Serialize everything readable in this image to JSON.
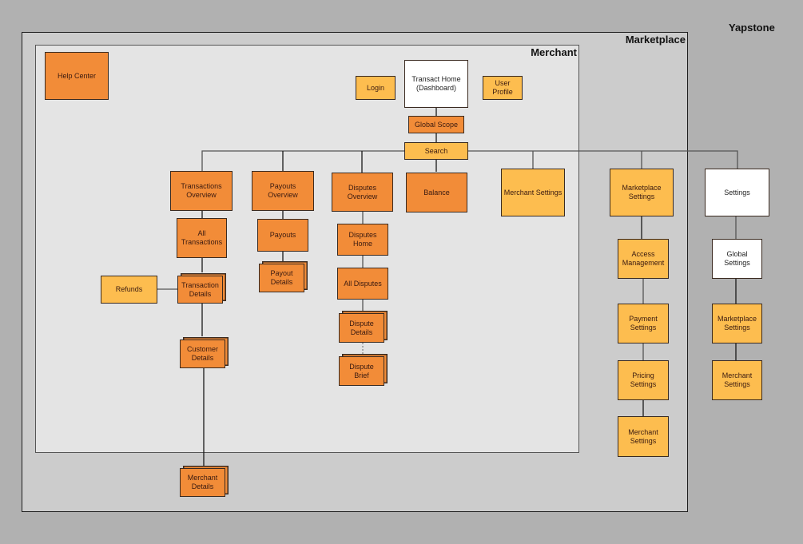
{
  "regions": {
    "yapstone": "Yapstone",
    "marketplace": "Marketplace",
    "merchant": "Merchant"
  },
  "colors": {
    "primary_page": "#f28c38",
    "secondary_page": "#fdbd4f",
    "external_page": "#ffffff"
  },
  "nodes": {
    "help_center": "Help Center",
    "login": "Login",
    "transact_home": "Transact Home (Dashboard)",
    "user_profile": "User Profile",
    "global_scope": "Global Scope",
    "search": "Search",
    "transactions_overview": "Transactions Overview",
    "all_transactions": "All Transactions",
    "transaction_details": "Transaction Details",
    "refunds": "Refunds",
    "customer_details": "Customer Details",
    "merchant_details": "Merchant Details",
    "payouts_overview": "Payouts Overview",
    "payouts": "Payouts",
    "payout_details": "Payout Details",
    "disputes_overview": "Disputes Overview",
    "disputes_home": "Disputes Home",
    "all_disputes": "All Disputes",
    "dispute_details": "Dispute Details",
    "dispute_brief": "Dispute Brief",
    "balance": "Balance",
    "merchant_settings_m": "Merchant Settings",
    "marketplace_settings_mp": "Marketplace Settings",
    "access_management": "Access Management",
    "payment_settings": "Payment Settings",
    "pricing_settings": "Pricing Settings",
    "merchant_settings_mp": "Merchant Settings",
    "settings_y": "Settings",
    "global_settings": "Global Settings",
    "marketplace_settings_y": "Marketplace Settings",
    "merchant_settings_y": "Merchant Settings"
  }
}
